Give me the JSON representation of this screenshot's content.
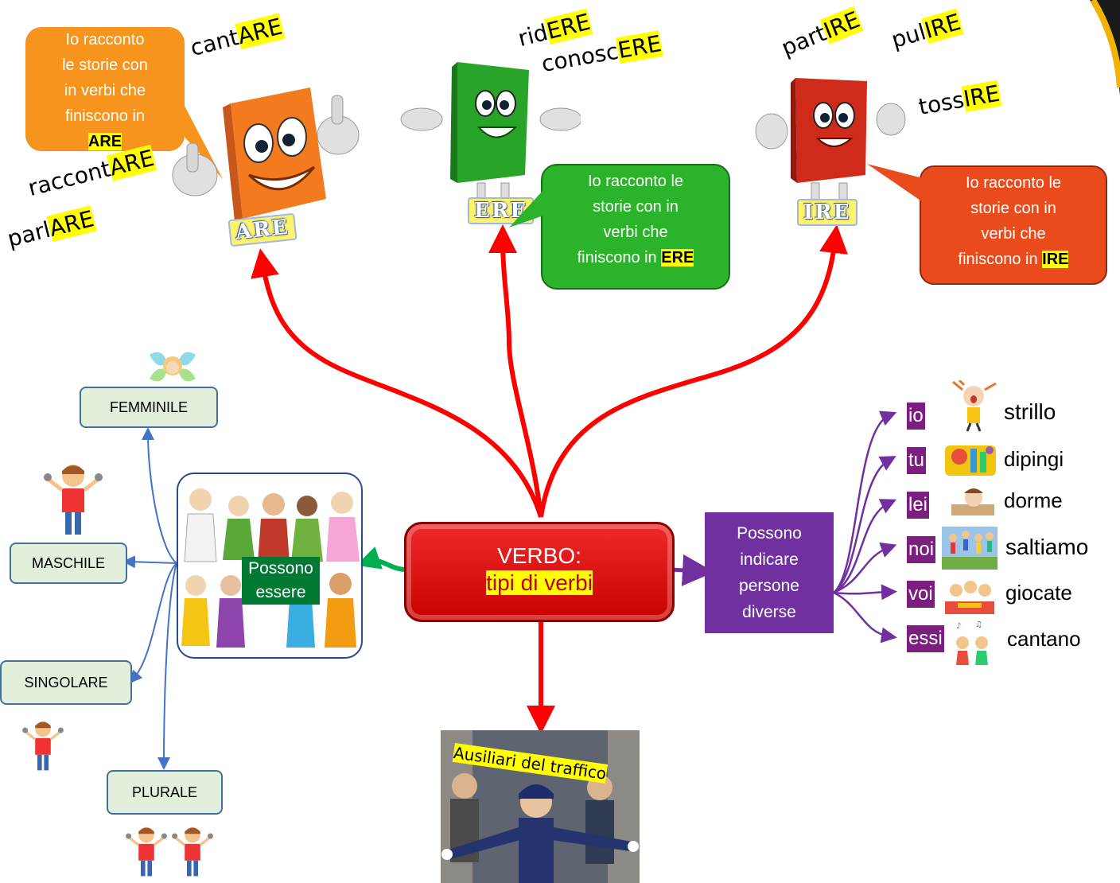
{
  "center": {
    "title": "VERBO:",
    "subtitle": "tipi di verbi"
  },
  "are_group": {
    "badge": "ARE",
    "bubble_lines": [
      "Io racconto",
      "le storie con",
      "in verbi che",
      "finiscono in"
    ],
    "bubble_key": "ARE",
    "examples": [
      {
        "stem": "cant",
        "ending": "ARE"
      },
      {
        "stem": "raccont",
        "ending": "ARE"
      },
      {
        "stem": "parl",
        "ending": "ARE"
      }
    ]
  },
  "ere_group": {
    "badge": "ERE",
    "bubble_lines": [
      "Io racconto le",
      "storie con in",
      "verbi che"
    ],
    "bubble_last": "finiscono in",
    "bubble_key": "ERE",
    "examples": [
      {
        "stem": "rid",
        "ending": "ERE"
      },
      {
        "stem": "conosc",
        "ending": "ERE"
      }
    ]
  },
  "ire_group": {
    "badge": "IRE",
    "bubble_lines": [
      "Io racconto le",
      "storie con in",
      "verbi che"
    ],
    "bubble_last": "finiscono in",
    "bubble_key": "IRE",
    "examples": [
      {
        "stem": "part",
        "ending": "IRE"
      },
      {
        "stem": "pul",
        "ending": "IRE"
      },
      {
        "stem": "toss",
        "ending": "IRE"
      }
    ]
  },
  "possono_essere": {
    "label_lines": [
      "Possono",
      "essere"
    ],
    "categories": [
      "FEMMINILE",
      "MASCHILE",
      "SINGOLARE",
      "PLURALE"
    ]
  },
  "persone": {
    "label_lines": [
      "Possono",
      "indicare",
      "persone",
      "diverse"
    ],
    "rows": [
      {
        "pronoun": "io",
        "verb": "strillo"
      },
      {
        "pronoun": "tu",
        "verb": "dipingi"
      },
      {
        "pronoun": "lei",
        "verb": "dorme"
      },
      {
        "pronoun": "noi",
        "verb": "saltiamo"
      },
      {
        "pronoun": "voi",
        "verb": "giocate"
      },
      {
        "pronoun": "essi",
        "verb": "cantano"
      }
    ]
  },
  "ausiliari": {
    "label": "Ausiliari del traffico"
  },
  "colors": {
    "main_arrow": "#ff0000",
    "are_bubble": "#f7941d",
    "ere_bubble": "#2bb32b",
    "ire_bubble": "#ea4b1c",
    "purple": "#7030a0",
    "blue_arrow": "#4472c4",
    "green_arrow": "#00b050",
    "highlight": "#ffff00"
  }
}
